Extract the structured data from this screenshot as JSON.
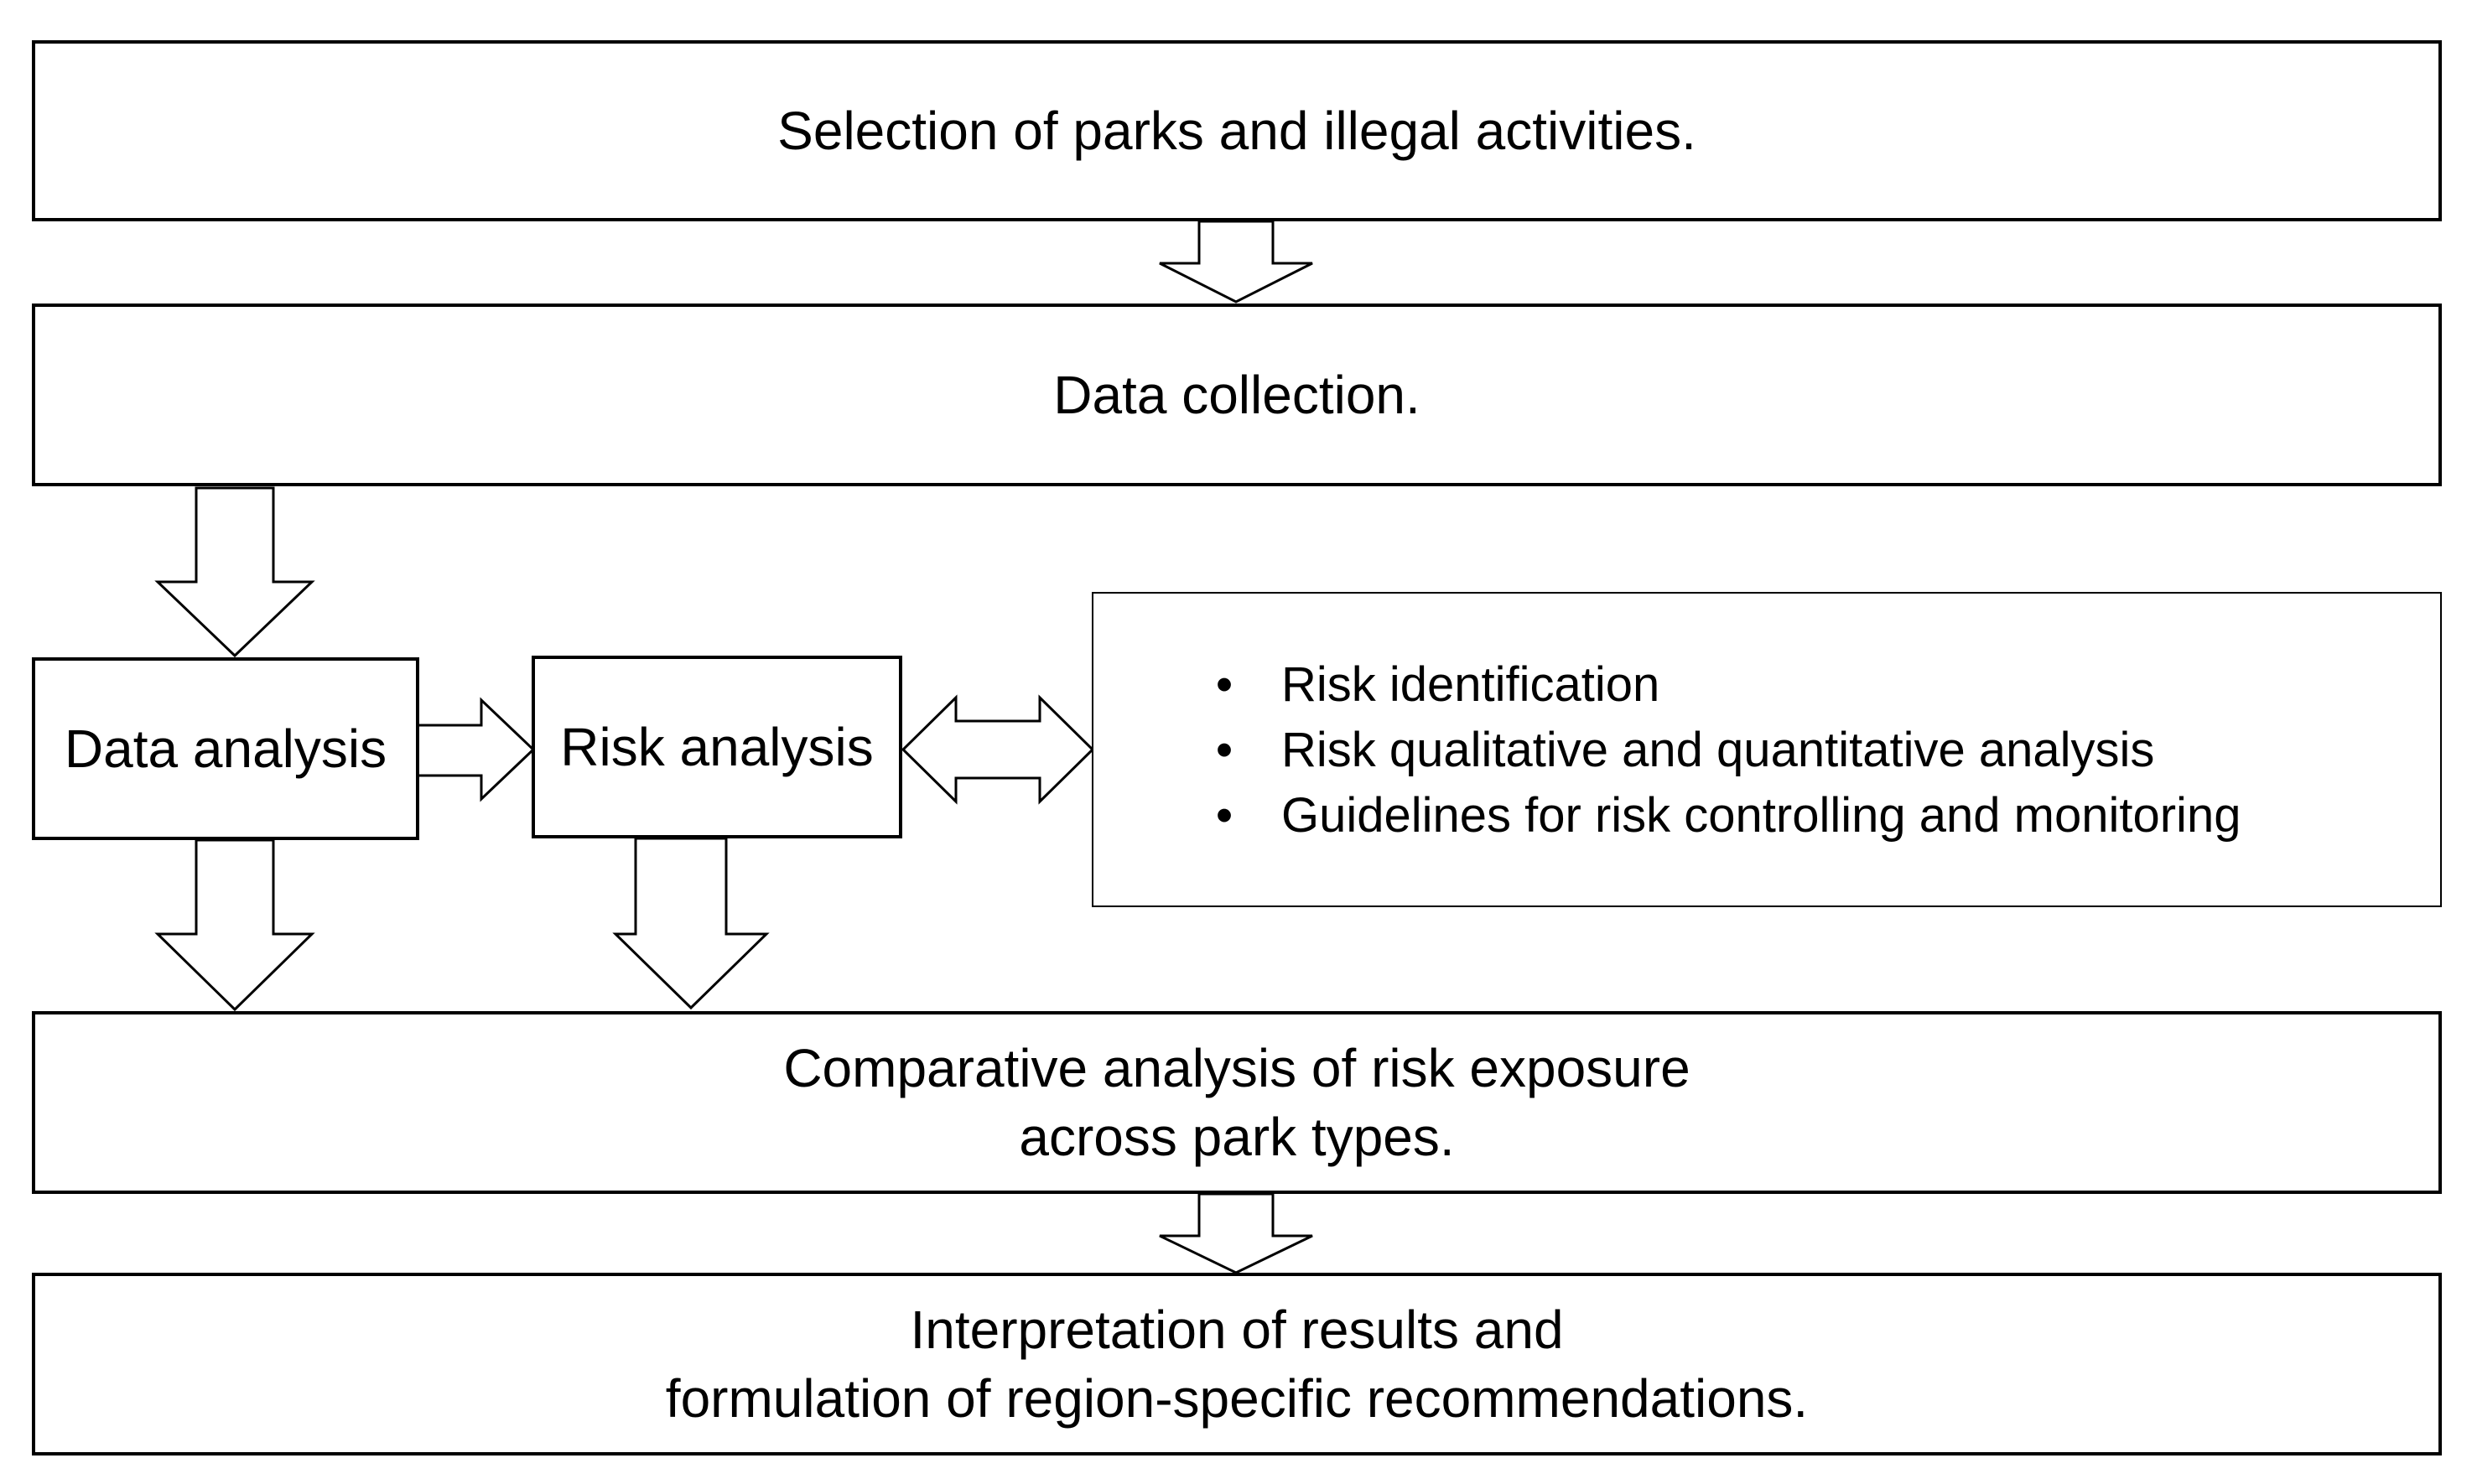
{
  "steps": {
    "selection": "Selection of parks and illegal activities.",
    "collection": "Data collection.",
    "data_analysis": "Data analysis",
    "risk_analysis": "Risk analysis",
    "comparative": [
      "Comparative analysis of risk exposure",
      "across park types."
    ],
    "interpretation": [
      "Interpretation of results and",
      "formulation of region-specific recommendations."
    ]
  },
  "risk_details": {
    "bullet_glyph": "•",
    "items": [
      "Risk identification",
      "Risk qualitative and quantitative analysis",
      "Guidelines for risk controlling and monitoring"
    ]
  }
}
